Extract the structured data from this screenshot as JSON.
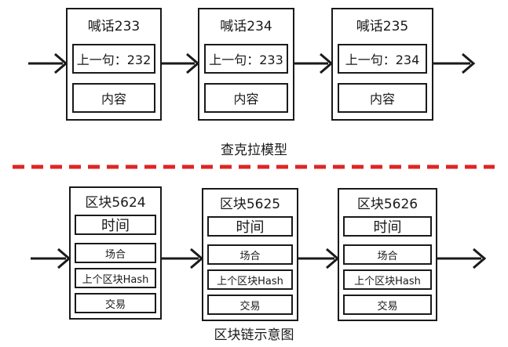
{
  "top": {
    "caption": "查克拉模型",
    "blocks": [
      {
        "title": "喊话233",
        "prev": "上一句：232",
        "content": "内容"
      },
      {
        "title": "喊话234",
        "prev": "上一句：233",
        "content": "内容"
      },
      {
        "title": "喊话235",
        "prev": "上一句：234",
        "content": "内容"
      }
    ]
  },
  "bottom": {
    "caption": "区块链示意图",
    "blocks": [
      {
        "title": "区块5624",
        "time": "时间",
        "place": "场合",
        "prev_hash": "上个区块Hash",
        "trade": "交易"
      },
      {
        "title": "区块5625",
        "time": "时间",
        "place": "场合",
        "prev_hash": "上个区块Hash",
        "trade": "交易"
      },
      {
        "title": "区块5626",
        "time": "时间",
        "place": "场合",
        "prev_hash": "上个区块Hash",
        "trade": "交易"
      }
    ]
  },
  "colors": {
    "divider": "#e02424",
    "stroke": "#1a1a1a"
  }
}
